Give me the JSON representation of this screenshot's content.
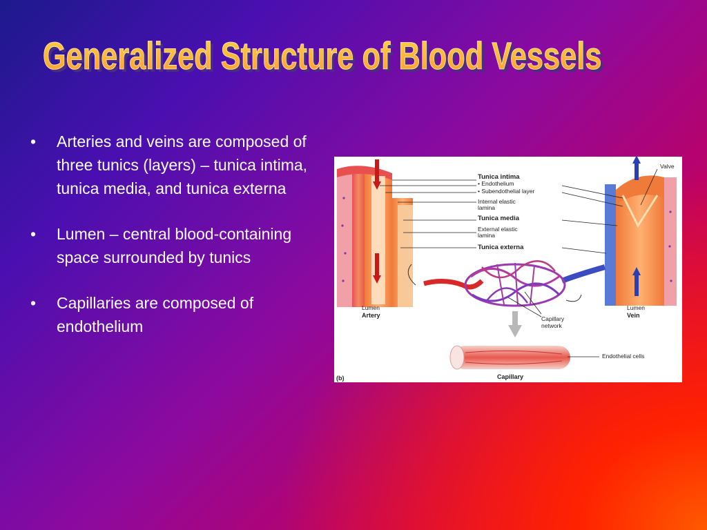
{
  "slide": {
    "title": "Generalized Structure of Blood Vessels",
    "bullets": [
      "Arteries and veins are composed of  three tunics (layers) – tunica intima, tunica media, and tunica externa",
      "Lumen – central blood-containing space surrounded by tunics",
      "Capillaries are composed of endothelium"
    ],
    "bullet_char": "•"
  },
  "figure": {
    "panel_label": "(b)",
    "labels": {
      "tunica_intima": "Tunica intima",
      "endothelium": "• Endothelium",
      "subendothelial": "• Subendothelial layer",
      "internal_elastic_1": "Internal elastic",
      "internal_elastic_2": "lamina",
      "tunica_media": "Tunica media",
      "external_elastic_1": "External elastic",
      "external_elastic_2": "lamina",
      "tunica_externa": "Tunica externa",
      "valve": "Valve",
      "lumen_artery": "Lumen",
      "artery": "Artery",
      "lumen_vein": "Lumen",
      "vein": "Vein",
      "capillary_network_1": "Capillary",
      "capillary_network_2": "network",
      "endothelial_cells": "Endothelial cells",
      "capillary": "Capillary"
    }
  },
  "colors": {
    "title_fill": "#ffc04a",
    "title_shadow": "#5a3a8a",
    "text": "#ffffff"
  }
}
